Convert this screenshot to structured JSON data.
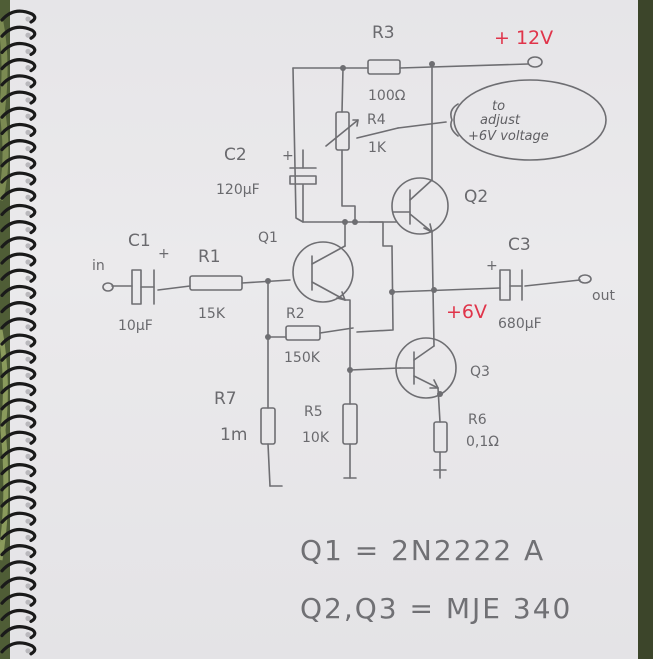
{
  "labels": {
    "r3": "R3",
    "r3_value": "100Ω",
    "supply": "+ 12V",
    "r4": "R4",
    "r4_value": "1K",
    "note_line1": "to",
    "note_line2": "adjust",
    "note_line3": "+6V voltage",
    "c2": "C2",
    "c2_value": "120µF",
    "plus": "+",
    "q2": "Q2",
    "q1": "Q1",
    "c1": "C1",
    "c1_value": "10µF",
    "r1": "R1",
    "r1_value": "15K",
    "input": "in",
    "c3": "C3",
    "c3_value": "680µF",
    "output": "out",
    "mid_voltage": "+6V",
    "r2": "R2",
    "r2_value": "150K",
    "q3": "Q3",
    "r7": "R7",
    "r7_value": "1m",
    "r5": "R5",
    "r5_value": "10K",
    "r6": "R6",
    "r6_value": "0,1Ω"
  },
  "parts_list": {
    "q1": "Q1 = 2N2222 A",
    "q2_q3": "Q2,Q3 = MJE 340"
  },
  "colors": {
    "paper": "#e8e7ea",
    "pencil": "#6e6e72",
    "supply_label": "#e0344a",
    "spiral": "#1a1a1a"
  }
}
